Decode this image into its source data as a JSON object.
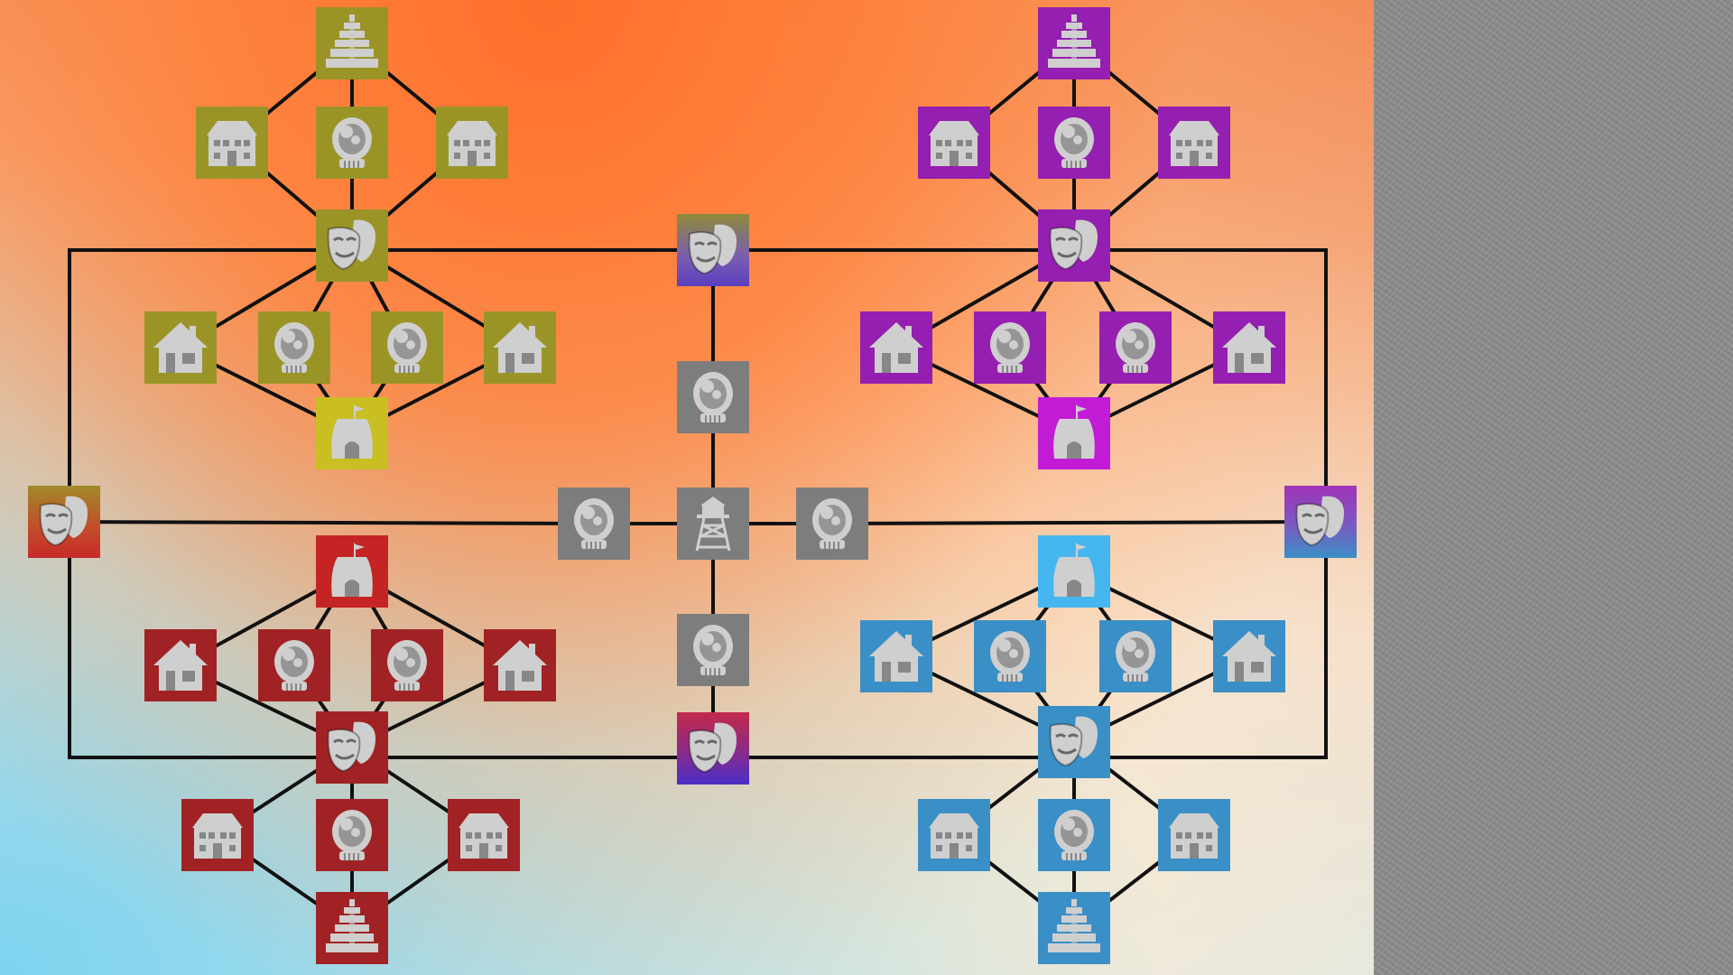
{
  "palette": {
    "olive": "#9a9427",
    "olive_outpost": "#c9bf22",
    "purple": "#951fb0",
    "purple_outpost": "#c21bd6",
    "red": "#a12224",
    "red_outpost": "#c42424",
    "blue": "#3a8fc6",
    "blue_outpost": "#46b6f0",
    "gray": "#7d7d7d",
    "icon_fill": "#cfcfcf",
    "line": "#111111",
    "side_panel": "#8d8d8d"
  },
  "node_types": [
    "pyramid",
    "mansion",
    "brain",
    "theater",
    "house",
    "outpost",
    "watchtower"
  ],
  "regions": [
    {
      "name": "olive-region",
      "color": "olive"
    },
    {
      "name": "purple-region",
      "color": "purple"
    },
    {
      "name": "red-region",
      "color": "red"
    },
    {
      "name": "blue-region",
      "color": "blue"
    },
    {
      "name": "center-region",
      "color": "gray"
    }
  ]
}
